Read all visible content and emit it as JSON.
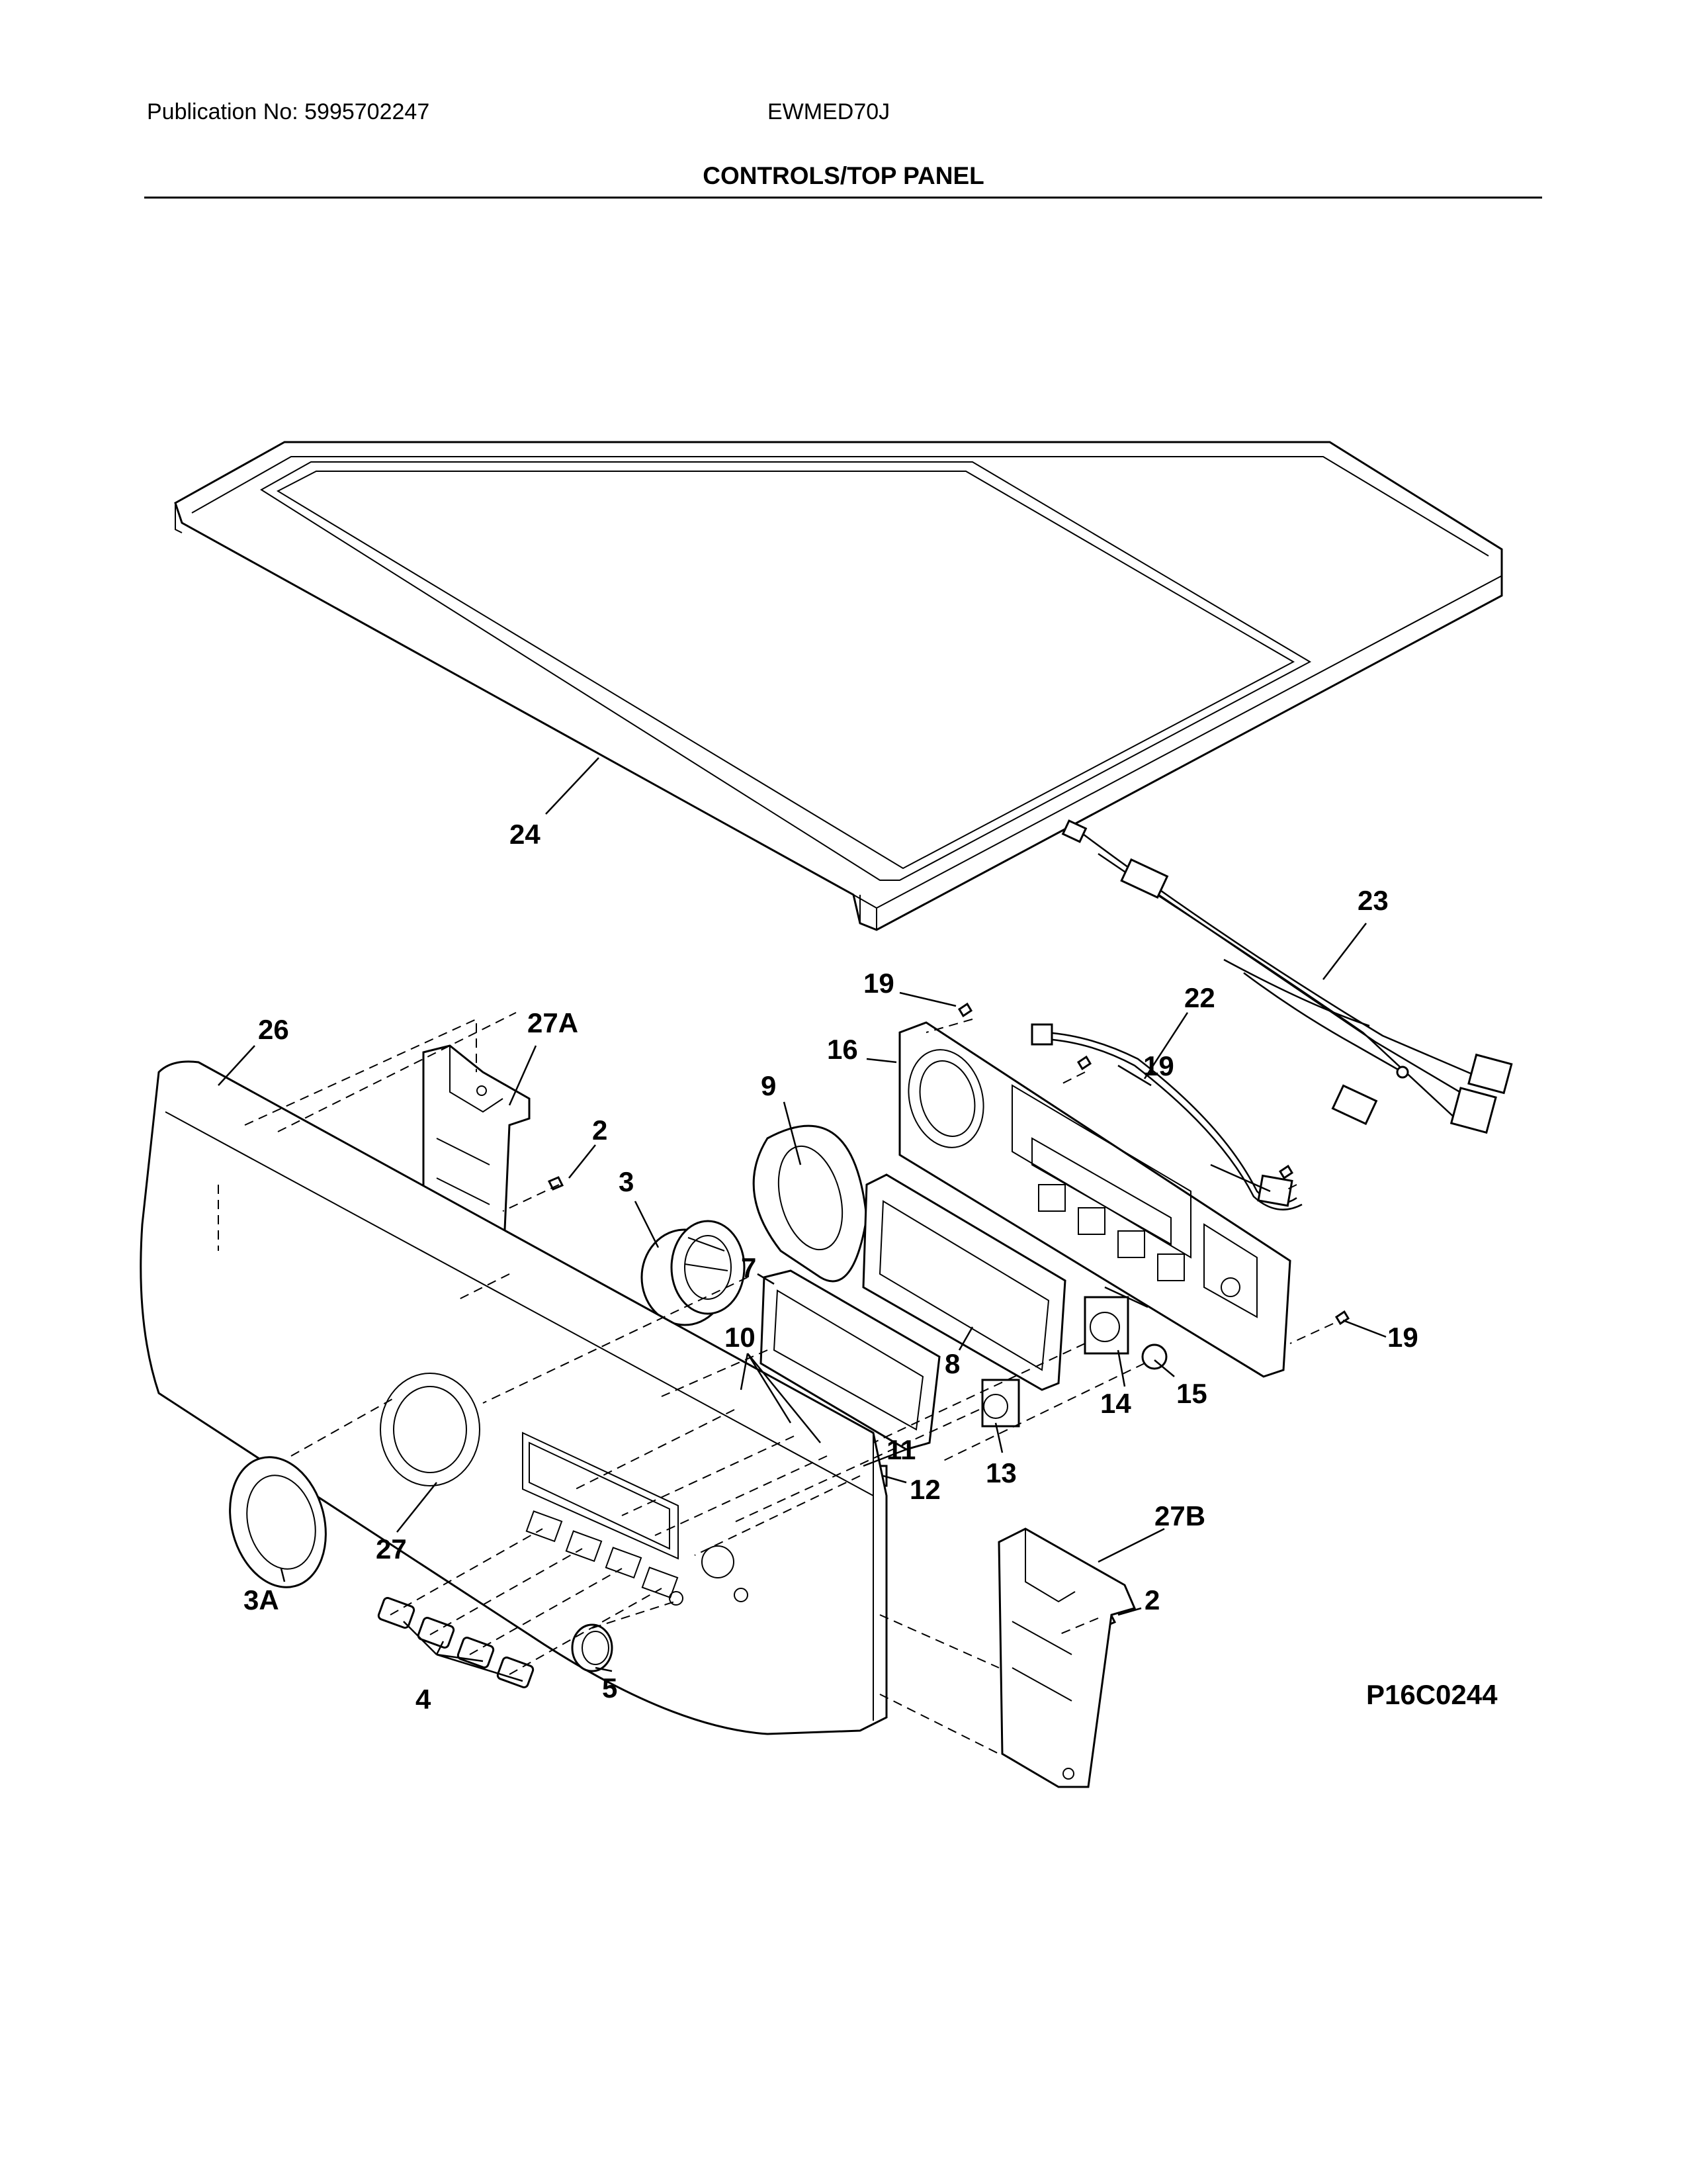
{
  "header": {
    "publication": "Publication No: 5995702247",
    "model": "EWMED70J",
    "section_title": "CONTROLS/TOP PANEL"
  },
  "diagram": {
    "code": "P16C0244",
    "callouts": {
      "c24": "24",
      "c23": "23",
      "c22": "22",
      "c19a": "19",
      "c19b": "19",
      "c19c": "19",
      "c16": "16",
      "c26": "26",
      "c27a": "27A",
      "c2a": "2",
      "c3": "3",
      "c9": "9",
      "c7": "7",
      "c8": "8",
      "c10": "10",
      "c11": "11",
      "c12": "12",
      "c13": "13",
      "c14": "14",
      "c15": "15",
      "c27": "27",
      "c3a": "3A",
      "c4": "4",
      "c5": "5",
      "c27b": "27B",
      "c2b": "2"
    }
  }
}
